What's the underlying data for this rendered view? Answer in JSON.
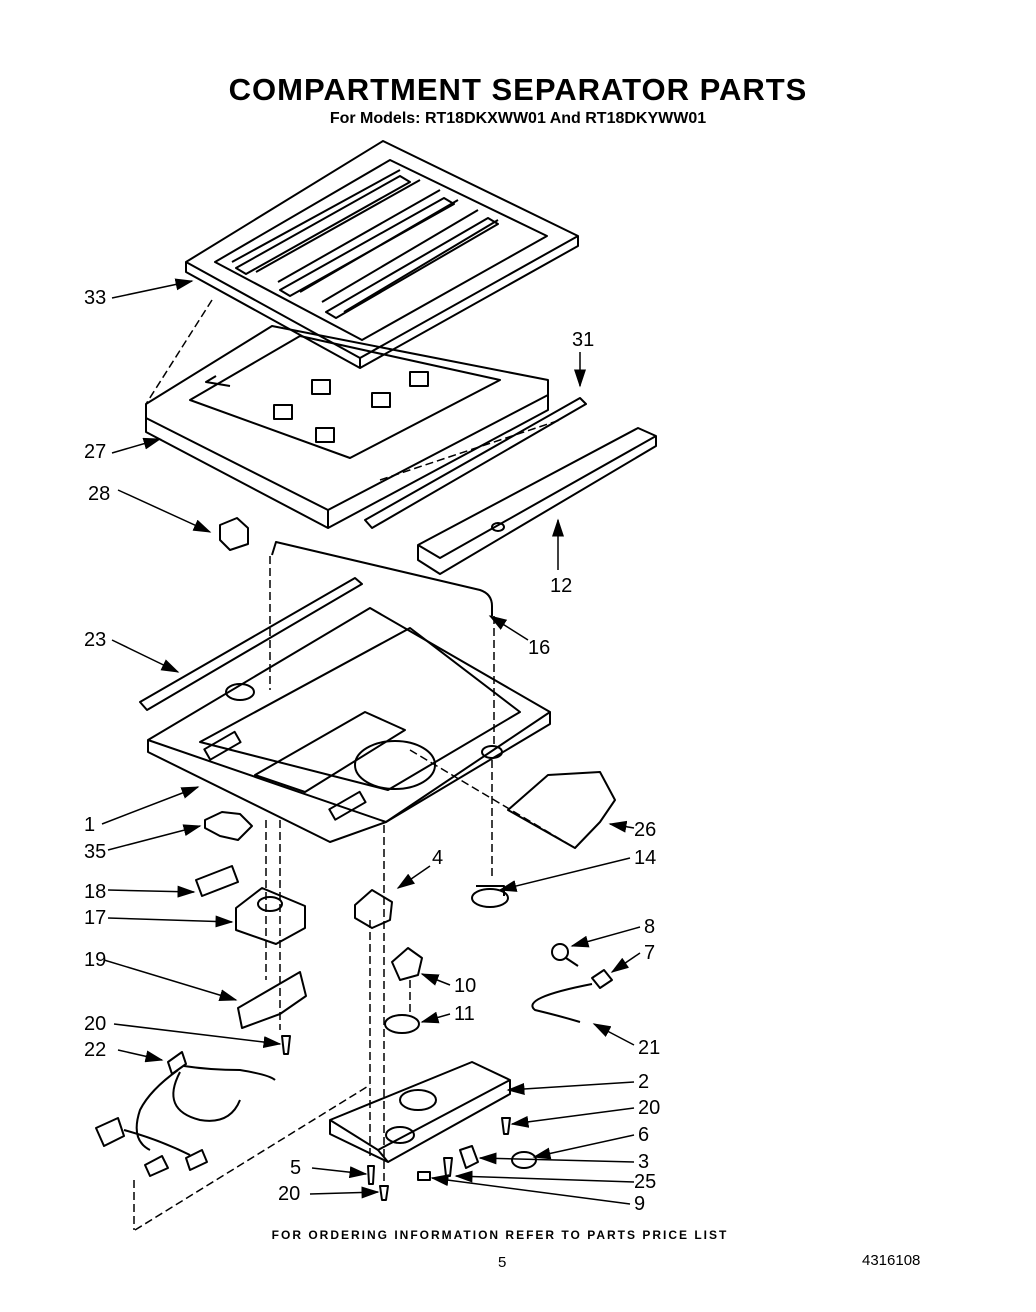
{
  "header": {
    "title": "COMPARTMENT SEPARATOR PARTS",
    "subtitle": "For Models: RT18DKXWW01 And RT18DKYWW01"
  },
  "callouts": {
    "c33": "33",
    "c31": "31",
    "c27": "27",
    "c28": "28",
    "c12": "12",
    "c23": "23",
    "c16": "16",
    "c1": "1",
    "c35": "35",
    "c26": "26",
    "c4": "4",
    "c14": "14",
    "c18": "18",
    "c17": "17",
    "c8": "8",
    "c7": "7",
    "c19": "19",
    "c10": "10",
    "c11": "11",
    "c20a": "20",
    "c21": "21",
    "c22": "22",
    "c2": "2",
    "c20b": "20",
    "c6": "6",
    "c5": "5",
    "c3": "3",
    "c25": "25",
    "c20c": "20",
    "c9": "9"
  },
  "footer": {
    "ordering_note": "FOR ORDERING INFORMATION REFER TO PARTS PRICE LIST",
    "page_number": "5",
    "document_number": "4316108"
  }
}
